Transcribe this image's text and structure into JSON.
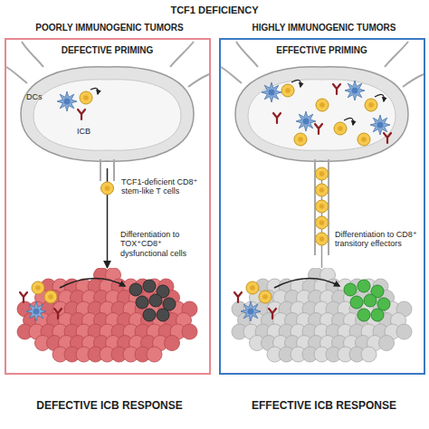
{
  "diagram": {
    "title": "TCF1 DEFICIENCY",
    "nodes": [
      {
        "text": [
          "POORLY IMMUNOGENIC TUMORS",
          "DEFECTIVE ICB RESPONSE"
        ]
      },
      {
        "text": [
          "DEFECTIVE PRIMING",
          "DCs",
          "ICB"
        ],
        "in": 0
      },
      {
        "text": [
          "Differentiation to TOX⁺CD8⁺ dysfunctional cells"
        ],
        "in": 0
      },
      {
        "text": [
          "HIGHLY IMMUNOGENIC TUMORS",
          "EFFECTIVE ICB RESPONSE"
        ]
      },
      {
        "text": [
          "EFFECTIVE PRIMING"
        ],
        "in": 3
      },
      {
        "text": [
          "Differentiation to CD8⁺ transitory effectors"
        ],
        "in": 3
      }
    ],
    "edges": [
      {
        "from": 1,
        "to": 2,
        "arrow": "to"
      },
      {
        "from": 4,
        "to": 5,
        "arrow": "none"
      }
    ],
    "labels": [
      "TCF1-deficient CD8⁺ stem-like T cells"
    ]
  }
}
